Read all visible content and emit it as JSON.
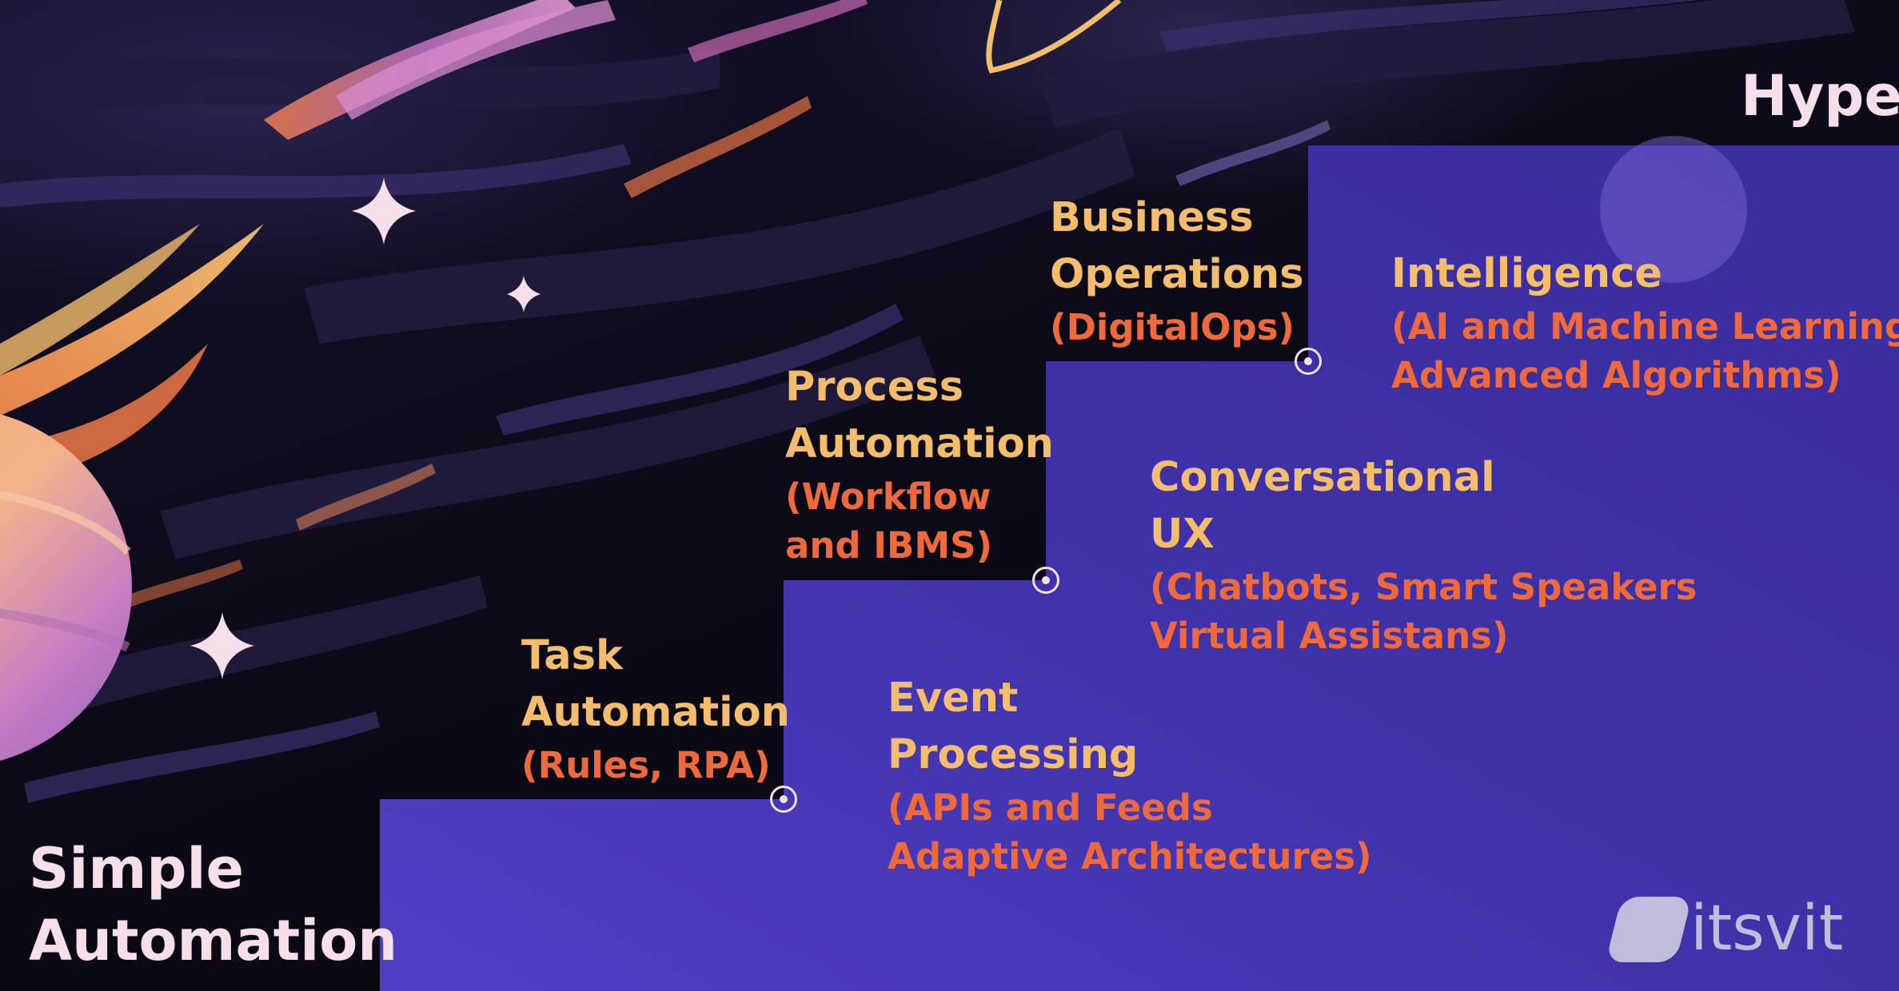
{
  "title_top": "Hyperautomation",
  "title_bottom": [
    "Simple",
    "Automation"
  ],
  "steps": [
    {
      "heading": [
        "Task",
        "Automation"
      ],
      "detail": [
        "(Rules, RPA)"
      ]
    },
    {
      "heading": [
        "Event",
        "Processing"
      ],
      "detail": [
        "(APIs and Feeds",
        "Adaptive Architectures)"
      ]
    },
    {
      "heading": [
        "Process",
        "Automation"
      ],
      "detail": [
        "(Workflow",
        "and IBMS)"
      ]
    },
    {
      "heading": [
        "Conversational",
        "UX"
      ],
      "detail": [
        "(Chatbots, Smart Speakers",
        "Virtual Assistans)"
      ]
    },
    {
      "heading": [
        "Business",
        "Operations"
      ],
      "detail": [
        "(DigitalOps)"
      ]
    },
    {
      "heading": [
        "Intelligence"
      ],
      "detail": [
        "(AI and Machine Learning",
        "Advanced Algorithms)"
      ]
    }
  ],
  "brand": {
    "name": "itsvit"
  },
  "colors": {
    "background": "#0d0a17",
    "stairs": "#4a3bbd",
    "title": "#f6dfe9",
    "heading": "#f4bd6c",
    "detail": "#ee6a3c",
    "brand": "#c0bcdc"
  },
  "icons": [
    "sparkle-icon",
    "planet-icon",
    "step-marker-icon"
  ]
}
